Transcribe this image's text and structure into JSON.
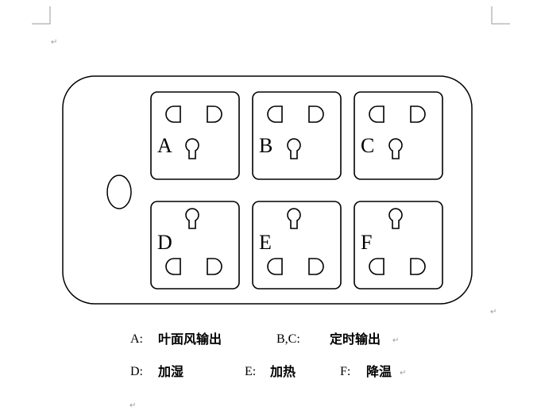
{
  "panel": {
    "socket_labels": [
      "A",
      "B",
      "C",
      "D",
      "E",
      "F"
    ]
  },
  "legend": {
    "row1": {
      "a_key": "A:",
      "a_desc": "叶面风输出",
      "bc_key": "B,C:",
      "bc_desc": "定时输出"
    },
    "row2": {
      "d_key": "D:",
      "d_desc": "加湿",
      "e_key": "E:",
      "e_desc": "加热",
      "f_key": "F:",
      "f_desc": "降温"
    }
  },
  "marks": {
    "paragraph": "↵"
  }
}
